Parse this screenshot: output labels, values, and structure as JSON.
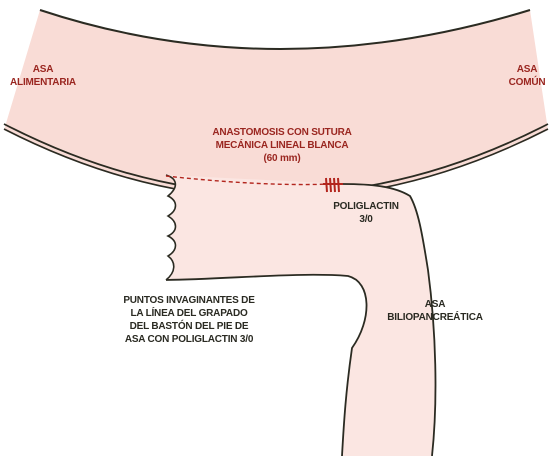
{
  "labels": {
    "asa_alimentaria": "ASA\nALIMENTARIA",
    "asa_comun": "ASA\nCOMÚN",
    "anastomosis": "ANASTOMOSIS CON SUTURA\nMECÁNICA LINEAL BLANCA\n(60 mm)",
    "poliglactin": "POLIGLACTIN\n3/0",
    "puntos": "PUNTOS INVAGINANTES DE\nLA LÍNEA DEL GRAPADO\nDEL BASTÓN DEL PIE DE\nASA CON POLIGLACTIN 3/0",
    "asa_biliopancreatica": "ASA\nBILIOPANCREÁTICA"
  },
  "colors": {
    "bowel_fill": "#f9dcd6",
    "limb_fill": "#fbe6e2",
    "outline": "#2b2b22",
    "label_red": "#9a2620",
    "label_dark": "#2a2a22",
    "suture_red": "#b3261e"
  }
}
